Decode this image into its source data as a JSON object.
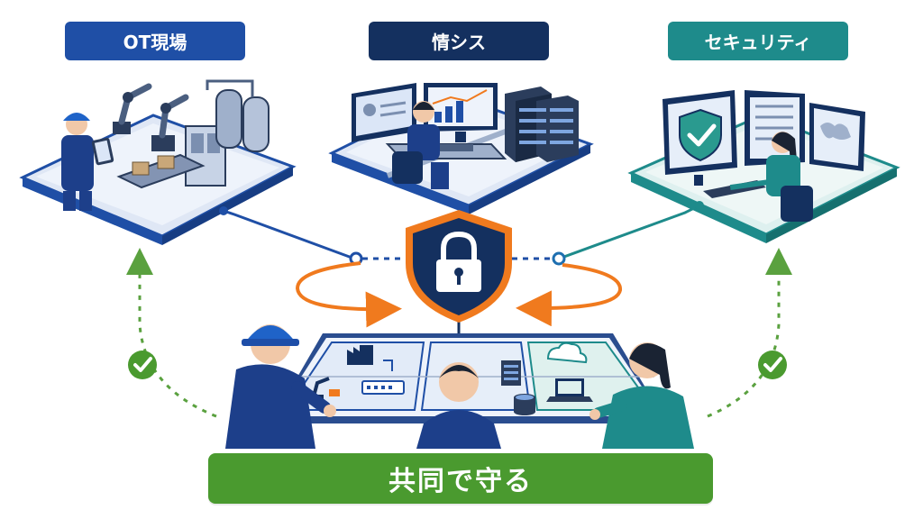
{
  "labels": {
    "ot": "OT現場",
    "is": "情シス",
    "security": "セキュリティ"
  },
  "banner": "共同で守る",
  "colors": {
    "ot_label": "#1f4fa6",
    "is_label": "#14305f",
    "security_label": "#1e8b8b",
    "banner": "#4a9a2f",
    "orange_arrow": "#f07a1e",
    "green_dashed": "#5aa13f",
    "shield": "#14305f",
    "platform": "#eef3fb",
    "platform_edge": "#2a4d8f"
  },
  "icons": {
    "center": "padlock-shield-icon",
    "ot_zone": "factory-robot-arm-icon",
    "is_zone": "server-rack-icon",
    "security_zone": "shield-check-icon",
    "checks": "check-circle-icon"
  }
}
